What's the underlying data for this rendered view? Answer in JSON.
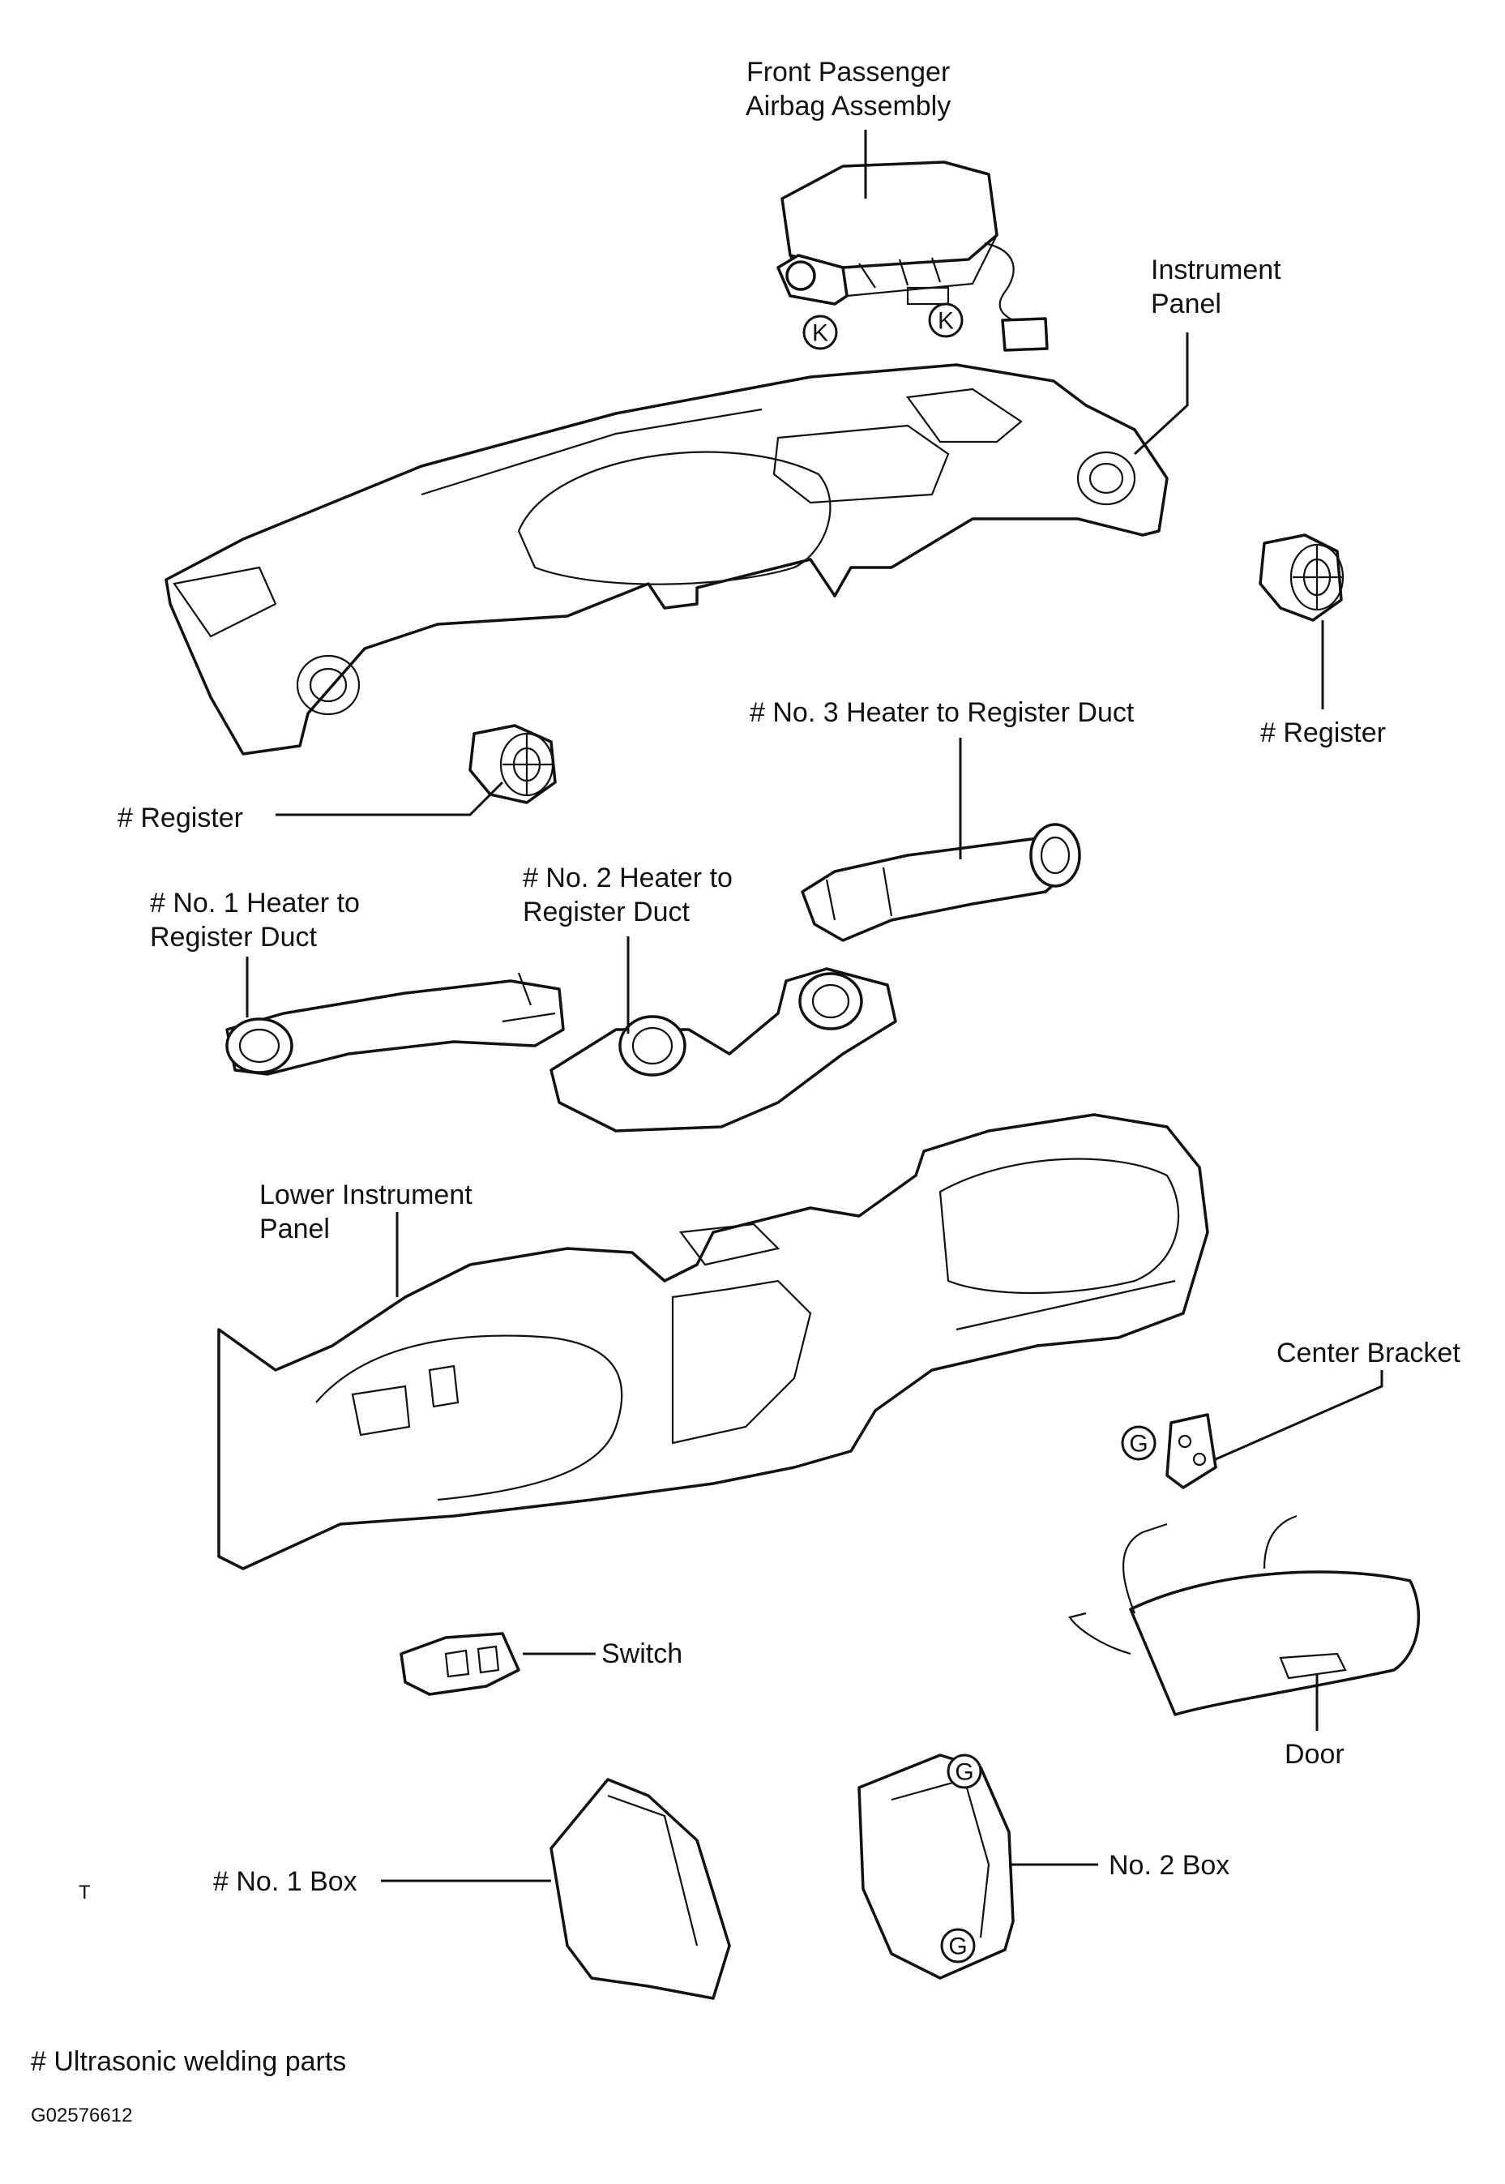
{
  "labels": {
    "front_airbag": "Front Passenger\nAirbag Assembly",
    "instrument_panel": "Instrument\nPanel",
    "register_right": "#  Register",
    "no3_duct": "#  No. 3 Heater to Register Duct",
    "register_left": "#  Register",
    "no1_duct": "#  No. 1 Heater to\n    Register Duct",
    "no2_duct": "#  No. 2 Heater to\n    Register Duct",
    "lower_panel": "Lower Instrument\nPanel",
    "center_bracket": "Center Bracket",
    "switch": "Switch",
    "door": "Door",
    "no1_box": "# No. 1 Box",
    "no2_box": "No. 2 Box",
    "corner_mark": "T",
    "footnote": "# Ultrasonic welding parts",
    "figure_code": "G02576612"
  },
  "markers": {
    "airbag_left": "K",
    "airbag_right": "K",
    "bracket": "G",
    "box_top": "G",
    "box_bottom": "G"
  }
}
